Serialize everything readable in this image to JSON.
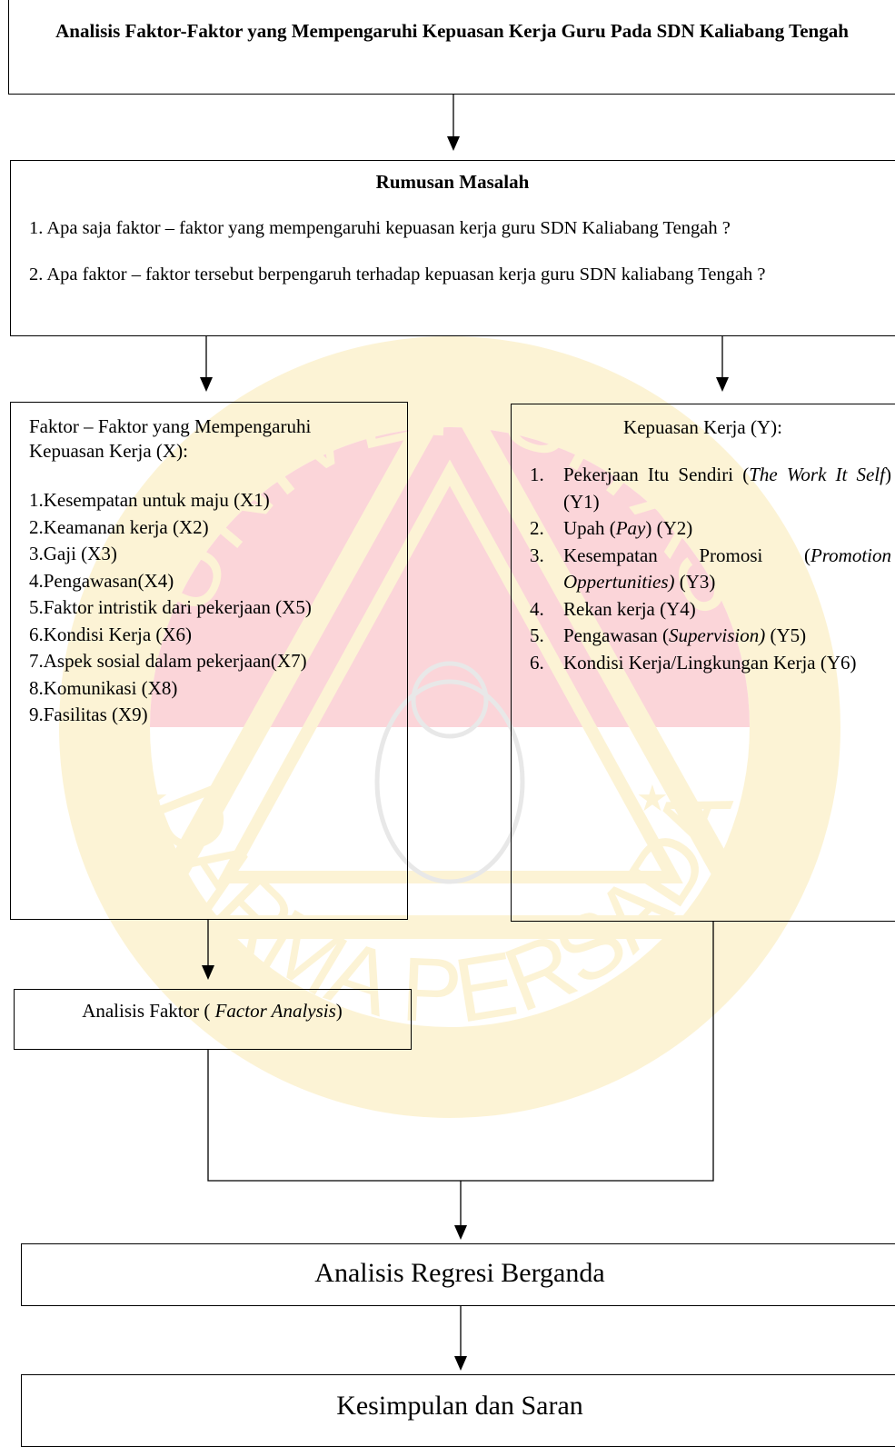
{
  "title": "Analisis Faktor-Faktor yang Mempengaruhi Kepuasan Kerja Guru Pada SDN Kaliabang Tengah",
  "rumusan": {
    "heading": "Rumusan Masalah",
    "items": [
      "1. Apa saja faktor – faktor yang mempengaruhi kepuasan kerja guru SDN Kaliabang Tengah ?",
      "2. Apa faktor – faktor tersebut berpengaruh terhadap kepuasan kerja guru SDN kaliabang Tengah ?"
    ]
  },
  "faktor": {
    "heading": "Faktor – Faktor yang Mempengaruhi Kepuasan Kerja (X):",
    "items": [
      "1.Kesempatan untuk maju (X1)",
      "2.Keamanan kerja (X2)",
      "3.Gaji (X3)",
      "4.Pengawasan(X4)",
      "5.Faktor intristik dari pekerjaan (X5)",
      "6.Kondisi Kerja (X6)",
      "7.Aspek sosial dalam pekerjaan(X7)",
      "8.Komunikasi (X8)",
      "9.Fasilitas (X9)"
    ]
  },
  "kepuasan": {
    "heading": "Kepuasan Kerja (Y):",
    "items": [
      {
        "num": "1.",
        "pre": "Pekerjaan Itu Sendiri (",
        "italic": "The Work It Self",
        "post": ") (Y1)"
      },
      {
        "num": "2.",
        "pre": "Upah (",
        "italic": "Pay",
        "post": ") (Y2)"
      },
      {
        "num": "3.",
        "pre": "Kesempatan Promosi (",
        "italic": "Promotion Oppertunities)",
        "post": " (Y3)"
      },
      {
        "num": "4.",
        "pre": "Rekan kerja (Y4)",
        "italic": "",
        "post": ""
      },
      {
        "num": "5.",
        "pre": "Pengawasan (",
        "italic": "Supervision)",
        "post": " (Y5)"
      },
      {
        "num": "6.",
        "pre": "Kondisi Kerja/Lingkungan Kerja (Y6)",
        "italic": "",
        "post": ""
      }
    ]
  },
  "factor_analysis": {
    "pre": "Analisis Faktor ( ",
    "italic": "Factor Analysis",
    "post": ")"
  },
  "regression": "Analisis Regresi Berganda",
  "conclusion": "Kesimpulan dan Saran",
  "watermark": {
    "top_text": "UNIVERSITAS",
    "bottom_text": "DARMA PERSADA",
    "color": "#f2ba00",
    "red": "#e8001c"
  }
}
